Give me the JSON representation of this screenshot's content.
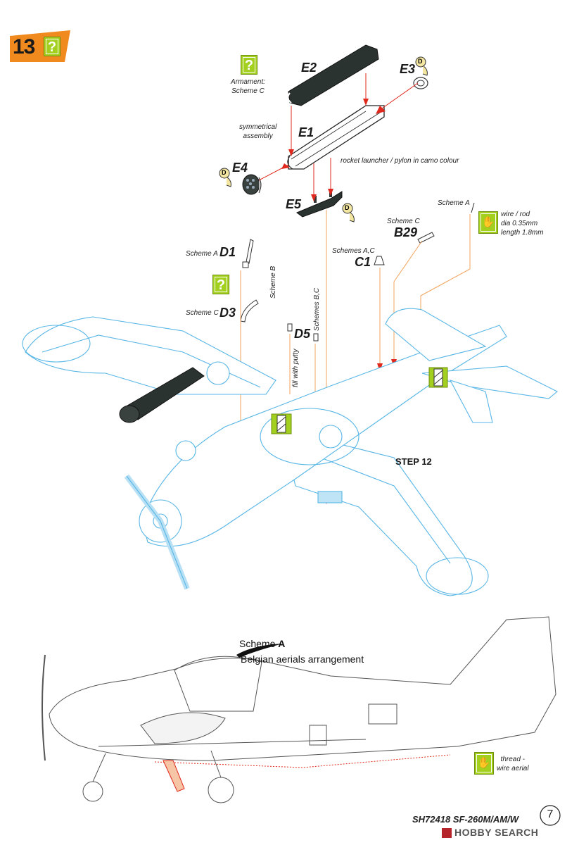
{
  "step": {
    "number": "13",
    "question_mark": "?"
  },
  "notes": {
    "armament_line1": "Armament:",
    "armament_line2": "Scheme C",
    "symmetrical_line1": "symmetrical",
    "symmetrical_line2": "assembly",
    "rocket_launcher": "rocket launcher / pylon in camo colour",
    "wire_line1": "wire / rod",
    "wire_line2": "dia 0.35mm",
    "wire_line3": "length 1.8mm",
    "fill_with_putty": "fill with putty",
    "step12": "STEP 12",
    "thread_line1": "thread -",
    "thread_line2": "wire aerial"
  },
  "parts": {
    "e2": "E2",
    "e3": "E3",
    "e1": "E1",
    "e4": "E4",
    "e5": "E5",
    "d1": "D1",
    "d3": "D3",
    "d5": "D5",
    "b29": "B29",
    "c1": "C1"
  },
  "part_letters": {
    "d": "D"
  },
  "scheme_labels": {
    "scheme_a_d1": "Scheme A",
    "scheme_c_d3": "Scheme C",
    "scheme_b": "Scheme B",
    "schemes_bc": "Schemes B,C",
    "schemes_ac": "Schemes A,C",
    "scheme_c_b29": "Scheme C",
    "scheme_a_top": "Scheme A"
  },
  "scheme_a_title": {
    "prefix": "Scheme ",
    "letter": "A"
  },
  "belgian": "Belgian aerials arrangement",
  "footer": {
    "product": "SH72418 SF-260M/AM/W",
    "page": "7",
    "watermark": "HOBBY SEARCH"
  },
  "colors": {
    "accent_orange": "#f08a1f",
    "accent_green": "#a3cf1f",
    "guide_red": "#e0281c",
    "guide_orange": "#f2a35c",
    "airframe_blue": "#58b6e6",
    "part_dark": "#2e3533"
  }
}
